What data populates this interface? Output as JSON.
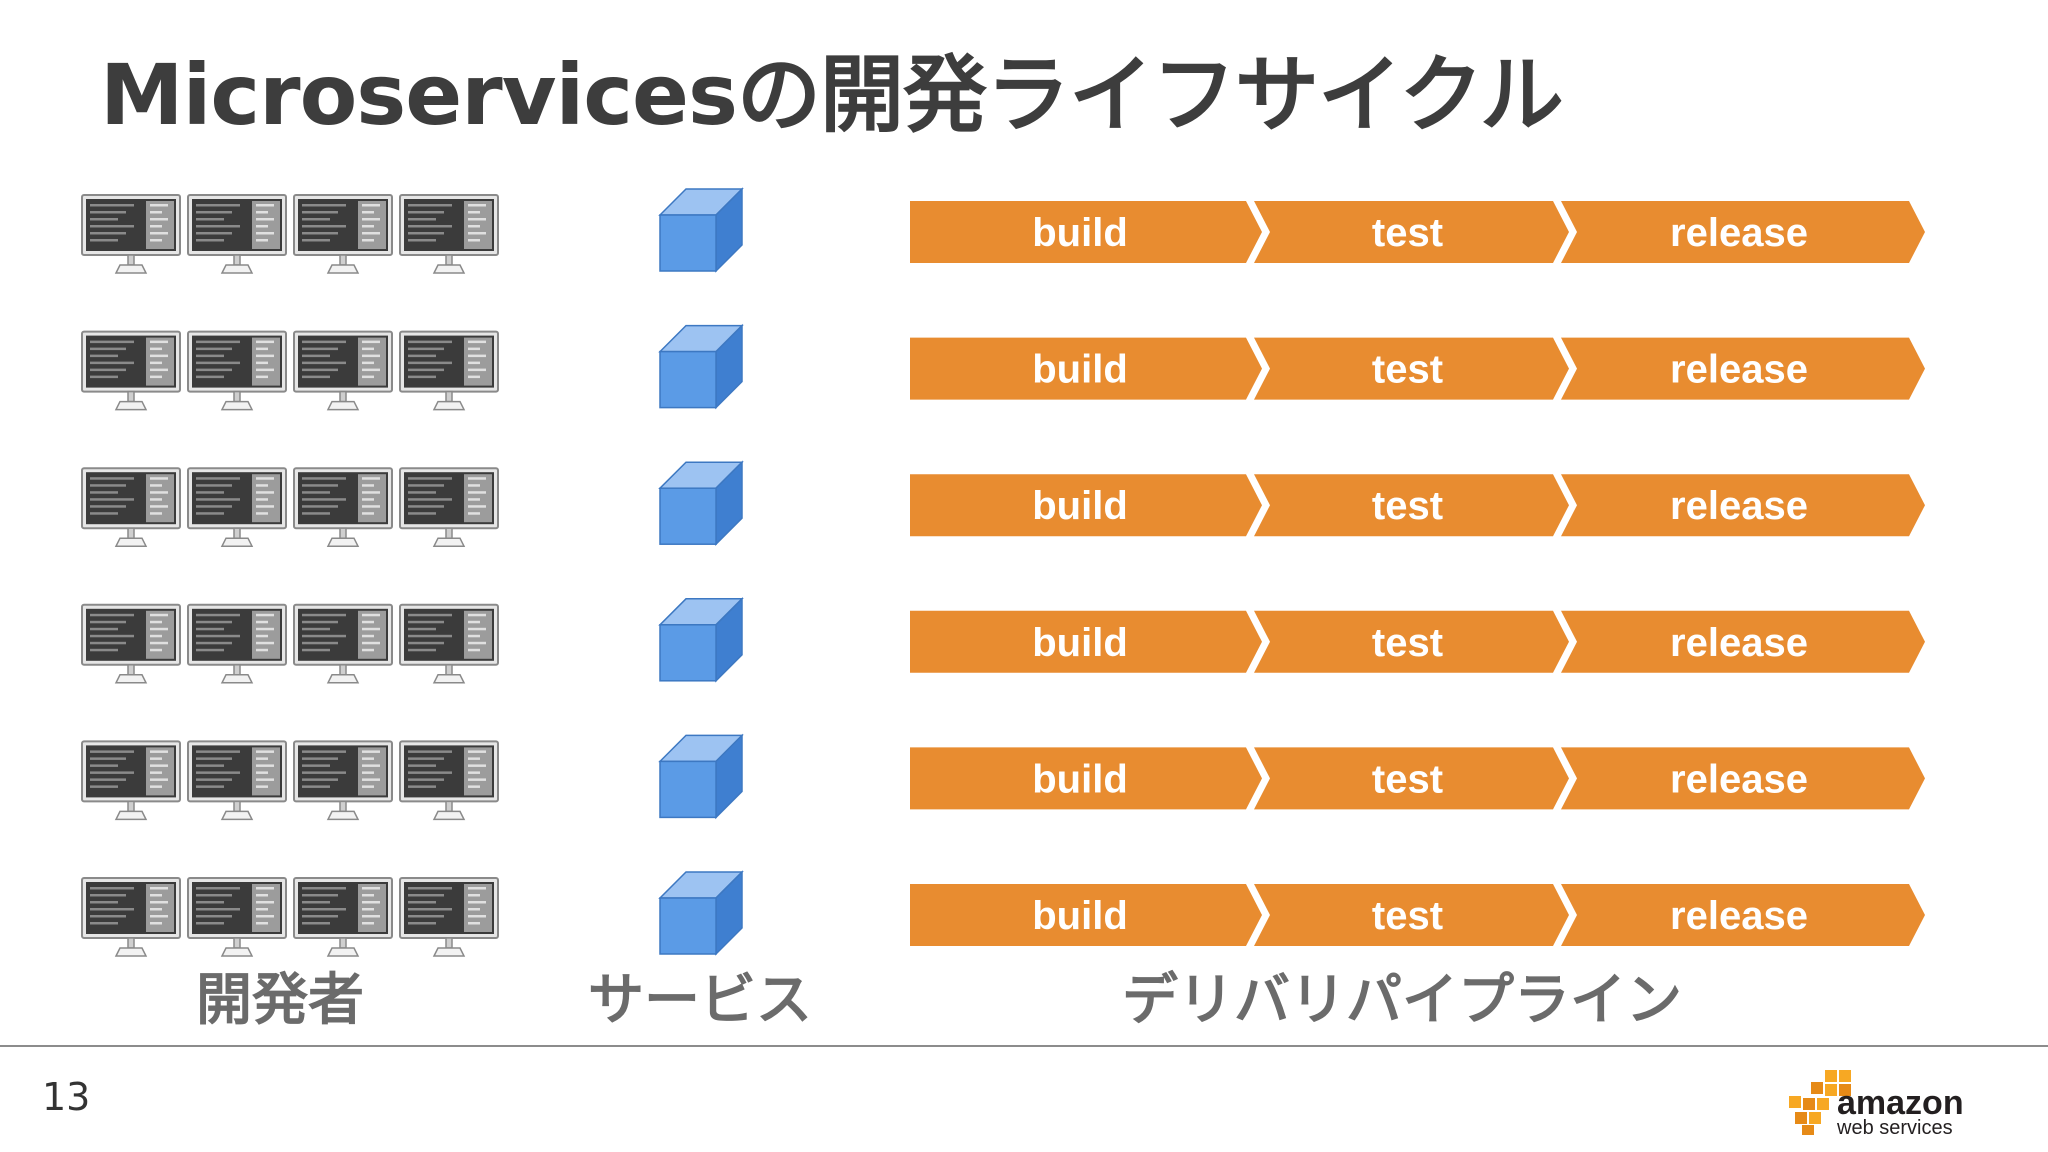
{
  "slide": {
    "title": "Microservicesの開発ライフサイクル",
    "page_number": "13"
  },
  "columns": {
    "developers": "開発者",
    "services": "サービス",
    "pipeline": "デリバリパイプライン"
  },
  "stages": [
    "build",
    "test",
    "release"
  ],
  "rows": [
    {
      "developers": 4,
      "services": 1
    },
    {
      "developers": 4,
      "services": 1
    },
    {
      "developers": 4,
      "services": 1
    },
    {
      "developers": 4,
      "services": 1
    },
    {
      "developers": 4,
      "services": 1
    },
    {
      "developers": 4,
      "services": 1
    }
  ],
  "logo": {
    "line1": "amazon",
    "line2": "web services"
  },
  "colors": {
    "pipeline_orange": "#e88c30",
    "cube_blue": "#5b9be6",
    "title_gray": "#3d3d3d"
  }
}
